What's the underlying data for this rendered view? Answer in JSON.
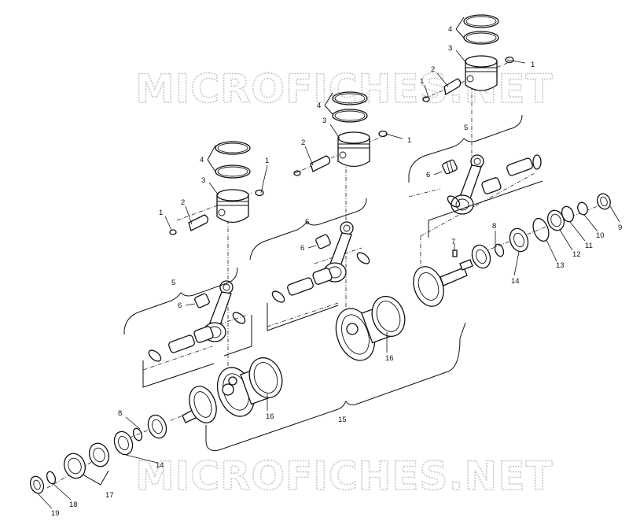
{
  "watermark": {
    "top": "MICROFICHES.NET",
    "bottom": "MICROFICHES.NET"
  },
  "callouts": {
    "c1a": "1",
    "c1b": "1",
    "c1c": "1",
    "c1d": "1",
    "c1e": "1",
    "c2a": "2",
    "c2b": "2",
    "c2c": "2",
    "c3a": "3",
    "c3b": "3",
    "c3c": "3",
    "c4a": "4",
    "c4b": "4",
    "c4c": "4",
    "c5a": "5",
    "c5b": "5",
    "c5c": "5",
    "c6a": "6",
    "c6b": "6",
    "c6c": "6",
    "c7": "7",
    "c8a": "8",
    "c8b": "8",
    "c9": "9",
    "c10": "10",
    "c11": "11",
    "c12": "12",
    "c13": "13",
    "c14a": "14",
    "c14b": "14",
    "c15": "15",
    "c16a": "16",
    "c16b": "16",
    "c17": "17",
    "c18": "18",
    "c19": "19"
  }
}
